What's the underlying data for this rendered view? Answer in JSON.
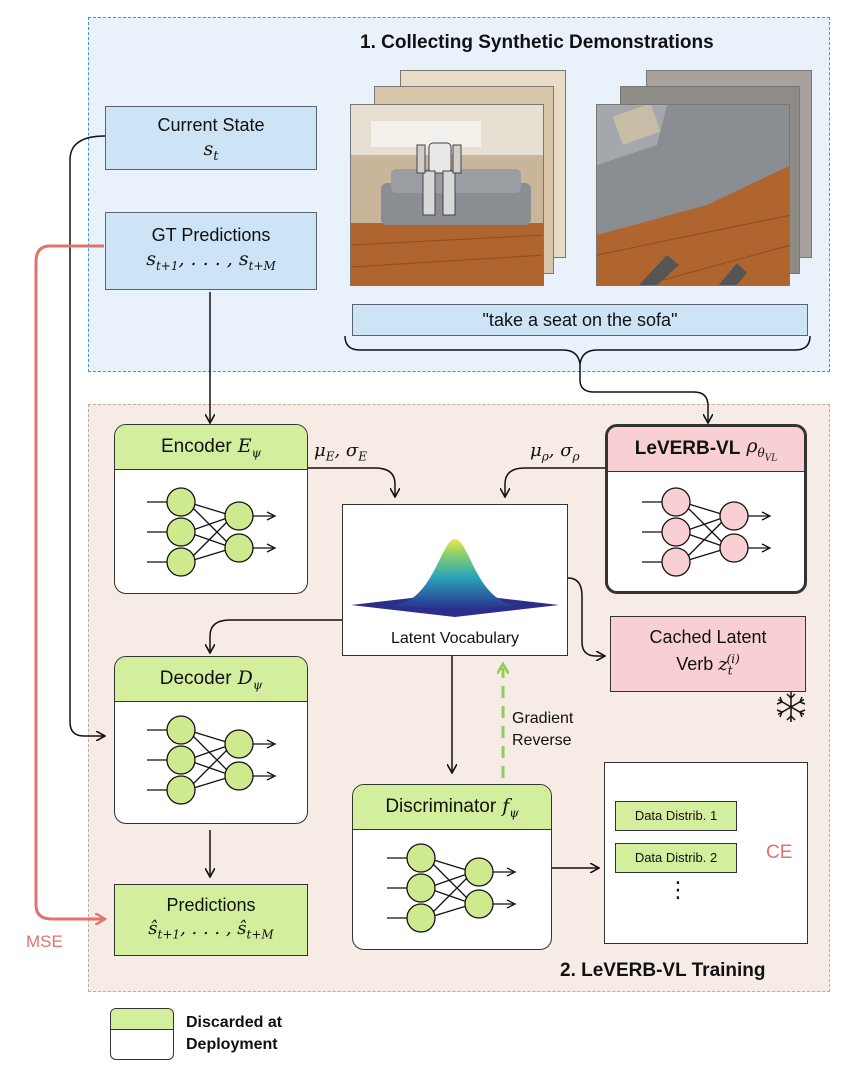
{
  "section_collect": {
    "title": "1. Collecting Synthetic Demonstrations"
  },
  "section_train": {
    "title": "2. LeVERB-VL Training"
  },
  "current_state": {
    "label": "Current State",
    "symbol": "s_t"
  },
  "gt_predictions": {
    "label": "GT Predictions",
    "symbol": "s_{t+1}, ..., s_{t+M}"
  },
  "instruction": {
    "text": "\"take a seat on the sofa\""
  },
  "encoder": {
    "label": "Encoder",
    "symbol": "E_ψ",
    "out_label": "μ_E, σ_E"
  },
  "policy": {
    "label": "LeVERB-VL",
    "symbol": "ρ_θVL",
    "out_label": "μ_ρ, σ_ρ"
  },
  "latent": {
    "label": "Latent Vocabulary"
  },
  "cached": {
    "line1": "Cached Latent",
    "line2": "Verb",
    "symbol": "z_t^(i)"
  },
  "decoder": {
    "label": "Decoder",
    "symbol": "D_ψ"
  },
  "gradient": {
    "line1": "Gradient",
    "line2": "Reverse"
  },
  "discriminator": {
    "label": "Discriminator",
    "symbol": "f_ψ"
  },
  "distributions": {
    "items": [
      "Data Distrib. 1",
      "Data Distrib. 2"
    ],
    "ellipsis": "⋮",
    "loss": "CE"
  },
  "predictions": {
    "label": "Predictions",
    "symbol": "ŝ_{t+1}, ..., ŝ_{t+M}"
  },
  "mse": {
    "label": "MSE"
  },
  "legend": {
    "line1": "Discarded at",
    "line2": "Deployment"
  },
  "colors": {
    "blue_box": "#cde3f6",
    "green": "#d3ee9c",
    "pink": "#f8cfd2",
    "loss_red": "#e0736b",
    "grad_green": "#8fcc5a"
  }
}
